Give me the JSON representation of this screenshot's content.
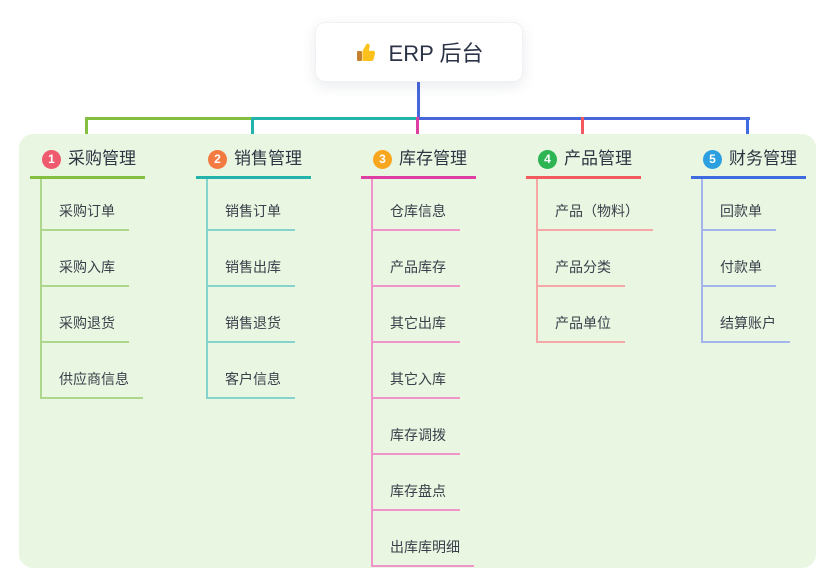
{
  "root": {
    "title": "ERP 后台",
    "icon": "thumbs-up-icon"
  },
  "connectors": {
    "trunk_color": "#4767DB"
  },
  "panel": {
    "background": "#E9F6E2"
  },
  "branches": [
    {
      "key": "purchase",
      "badge": "1",
      "title": "采购管理",
      "badge_color": "#F05A6E",
      "line_color": "#85BF3F",
      "item_line_color": "#ADD78C",
      "items": [
        "采购订单",
        "采购入库",
        "采购退货",
        "供应商信息"
      ]
    },
    {
      "key": "sales",
      "badge": "2",
      "title": "销售管理",
      "badge_color": "#F37B41",
      "line_color": "#22B4AB",
      "item_line_color": "#84D3CC",
      "items": [
        "销售订单",
        "销售出库",
        "销售退货",
        "客户信息"
      ]
    },
    {
      "key": "inventory",
      "badge": "3",
      "title": "库存管理",
      "badge_color": "#F9A61F",
      "line_color": "#DE3FA2",
      "item_line_color": "#F095C9",
      "items": [
        "仓库信息",
        "产品库存",
        "其它出库",
        "其它入库",
        "库存调拨",
        "库存盘点",
        "出库库明细"
      ]
    },
    {
      "key": "product",
      "badge": "4",
      "title": "产品管理",
      "badge_color": "#2DB554",
      "line_color": "#F25A5F",
      "item_line_color": "#F7A8A6",
      "items": [
        "产品（物料）",
        "产品分类",
        "产品单位"
      ]
    },
    {
      "key": "finance",
      "badge": "5",
      "title": "财务管理",
      "badge_color": "#2C9FE0",
      "line_color": "#3E6BE0",
      "item_line_color": "#A3B5EB",
      "items": [
        "回款单",
        "付款单",
        "结算账户"
      ]
    }
  ]
}
